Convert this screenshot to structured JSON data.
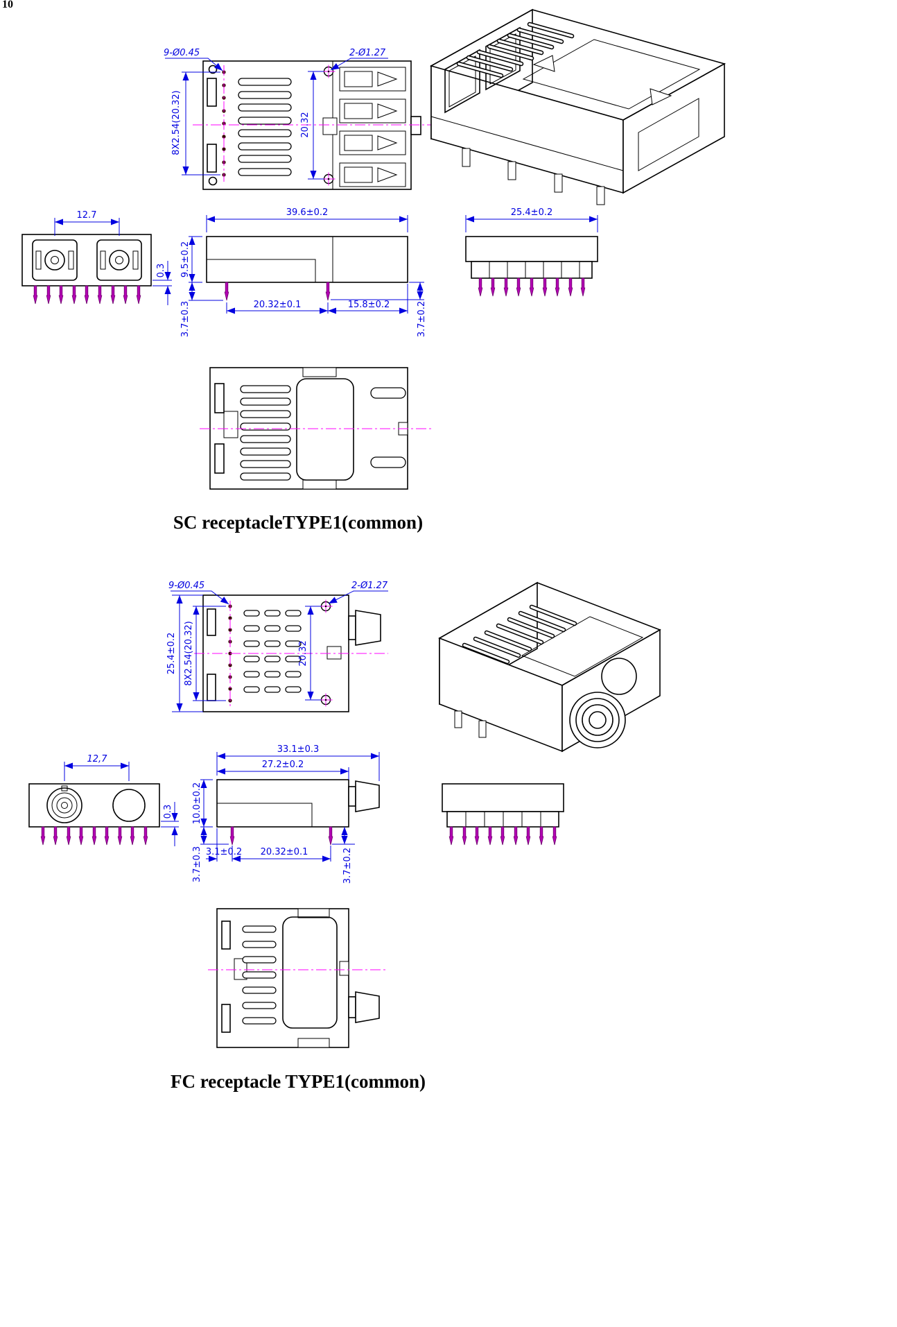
{
  "page_artifact": "10",
  "sc": {
    "title": "SC receptacleTYPE1(common)",
    "dims": {
      "hole_pattern_small": "9-Ø0.45",
      "hole_pattern_large": "2-Ø1.27",
      "pin_row_pitch": "8X2.54(20.32)",
      "hole_span": "20.32",
      "port_spacing": "12.7",
      "standoff_height": "0.3",
      "body_length": "39.6±0.2",
      "body_height": "9.5±0.2",
      "pin_span": "20.32±0.1",
      "rear_length": "15.8±0.2",
      "pin_length_front": "3.7±0.3",
      "pin_length_rear": "3.7±0.2",
      "body_width": "25.4±0.2"
    }
  },
  "fc": {
    "title": "FC receptacle TYPE1(common)",
    "dims": {
      "hole_pattern_small": "9-Ø0.45",
      "hole_pattern_large": "2-Ø1.27",
      "body_width": "25.4±0.2",
      "pin_row_pitch": "8X2.54(20.32)",
      "hole_span": "20.32",
      "port_spacing": "12,7",
      "standoff_height": "0.3",
      "overall_length": "33.1±0.3",
      "body_length": "27.2±0.2",
      "body_height": "10.0±0.2",
      "pin_offset": "3.1±0.2",
      "pin_span": "20.32±0.1",
      "pin_length_front": "3.7±0.3",
      "pin_length_rear": "3.7±0.2"
    }
  },
  "colors": {
    "outline": "#000000",
    "dimension": "#0000e0",
    "centerline": "#ff00ff",
    "pin": "#b400b4"
  }
}
